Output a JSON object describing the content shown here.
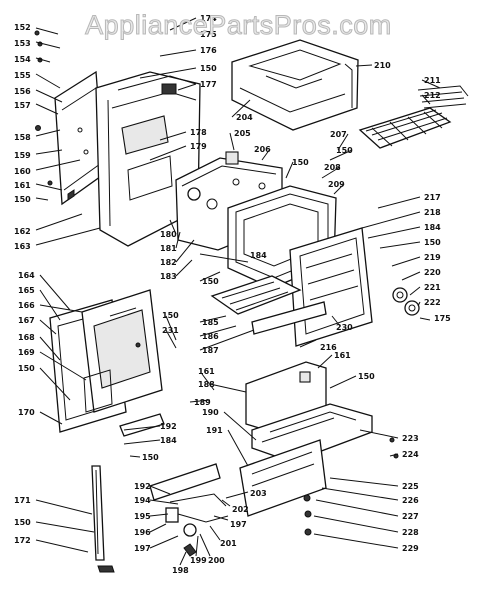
{
  "watermark": "AppliancePartsPros.com",
  "callouts": [
    {
      "id": "c152",
      "text": "152"
    },
    {
      "id": "c153a",
      "text": "153"
    },
    {
      "id": "c154",
      "text": "154"
    },
    {
      "id": "c155",
      "text": "155"
    },
    {
      "id": "c156",
      "text": "156"
    },
    {
      "id": "c157",
      "text": "157"
    },
    {
      "id": "c158",
      "text": "158"
    },
    {
      "id": "c159",
      "text": "159"
    },
    {
      "id": "c160",
      "text": "160"
    },
    {
      "id": "c161a",
      "text": "161"
    },
    {
      "id": "c150a",
      "text": "150"
    },
    {
      "id": "c162",
      "text": "162"
    },
    {
      "id": "c163",
      "text": "163"
    },
    {
      "id": "c174",
      "text": "174"
    },
    {
      "id": "c175a",
      "text": "175"
    },
    {
      "id": "c176",
      "text": "176"
    },
    {
      "id": "c150b",
      "text": "150"
    },
    {
      "id": "c177",
      "text": "177"
    },
    {
      "id": "c178",
      "text": "178"
    },
    {
      "id": "c179",
      "text": "179"
    },
    {
      "id": "c180",
      "text": "180"
    },
    {
      "id": "c181",
      "text": "181"
    },
    {
      "id": "c182",
      "text": "182"
    },
    {
      "id": "c183",
      "text": "183"
    },
    {
      "id": "c204",
      "text": "204"
    },
    {
      "id": "c205",
      "text": "205"
    },
    {
      "id": "c206",
      "text": "206"
    },
    {
      "id": "c150c",
      "text": "150"
    },
    {
      "id": "c210",
      "text": "210"
    },
    {
      "id": "c211",
      "text": "211"
    },
    {
      "id": "c212",
      "text": "212"
    },
    {
      "id": "c207",
      "text": "207"
    },
    {
      "id": "c150d",
      "text": "150"
    },
    {
      "id": "c208",
      "text": "208"
    },
    {
      "id": "c209",
      "text": "209"
    },
    {
      "id": "c217",
      "text": "217"
    },
    {
      "id": "c218",
      "text": "218"
    },
    {
      "id": "c184a",
      "text": "184"
    },
    {
      "id": "c150e",
      "text": "150"
    },
    {
      "id": "c219",
      "text": "219"
    },
    {
      "id": "c220",
      "text": "220"
    },
    {
      "id": "c221",
      "text": "221"
    },
    {
      "id": "c222",
      "text": "222"
    },
    {
      "id": "c175b",
      "text": "175"
    },
    {
      "id": "c184b",
      "text": "184"
    },
    {
      "id": "c150f",
      "text": "150"
    },
    {
      "id": "c185",
      "text": "185"
    },
    {
      "id": "c186",
      "text": "186"
    },
    {
      "id": "c187",
      "text": "187"
    },
    {
      "id": "c230",
      "text": "230"
    },
    {
      "id": "c216",
      "text": "216"
    },
    {
      "id": "c164",
      "text": "164"
    },
    {
      "id": "c165",
      "text": "165"
    },
    {
      "id": "c166",
      "text": "166"
    },
    {
      "id": "c167",
      "text": "167"
    },
    {
      "id": "c168",
      "text": "168"
    },
    {
      "id": "c169",
      "text": "169"
    },
    {
      "id": "c150g",
      "text": "150"
    },
    {
      "id": "c170",
      "text": "170"
    },
    {
      "id": "c150h",
      "text": "150"
    },
    {
      "id": "c231",
      "text": "231"
    },
    {
      "id": "c161b",
      "text": "161"
    },
    {
      "id": "c188",
      "text": "188"
    },
    {
      "id": "c189",
      "text": "189"
    },
    {
      "id": "c192a",
      "text": "192"
    },
    {
      "id": "c184c",
      "text": "184"
    },
    {
      "id": "c150i",
      "text": "150"
    },
    {
      "id": "c161c",
      "text": "161"
    },
    {
      "id": "c150j",
      "text": "150"
    },
    {
      "id": "c190",
      "text": "190"
    },
    {
      "id": "c191",
      "text": "191"
    },
    {
      "id": "c223",
      "text": "223"
    },
    {
      "id": "c224",
      "text": "224"
    },
    {
      "id": "c225",
      "text": "225"
    },
    {
      "id": "c226",
      "text": "226"
    },
    {
      "id": "c227",
      "text": "227"
    },
    {
      "id": "c228",
      "text": "228"
    },
    {
      "id": "c229",
      "text": "229"
    },
    {
      "id": "c192b",
      "text": "192"
    },
    {
      "id": "c194",
      "text": "194"
    },
    {
      "id": "c195",
      "text": "195"
    },
    {
      "id": "c196",
      "text": "196"
    },
    {
      "id": "c197a",
      "text": "197"
    },
    {
      "id": "c198",
      "text": "198"
    },
    {
      "id": "c199",
      "text": "199"
    },
    {
      "id": "c200",
      "text": "200"
    },
    {
      "id": "c201",
      "text": "201"
    },
    {
      "id": "c197b",
      "text": "197"
    },
    {
      "id": "c202",
      "text": "202"
    },
    {
      "id": "c203",
      "text": "203"
    },
    {
      "id": "c171",
      "text": "171"
    },
    {
      "id": "c150k",
      "text": "150"
    },
    {
      "id": "c172",
      "text": "172"
    }
  ]
}
